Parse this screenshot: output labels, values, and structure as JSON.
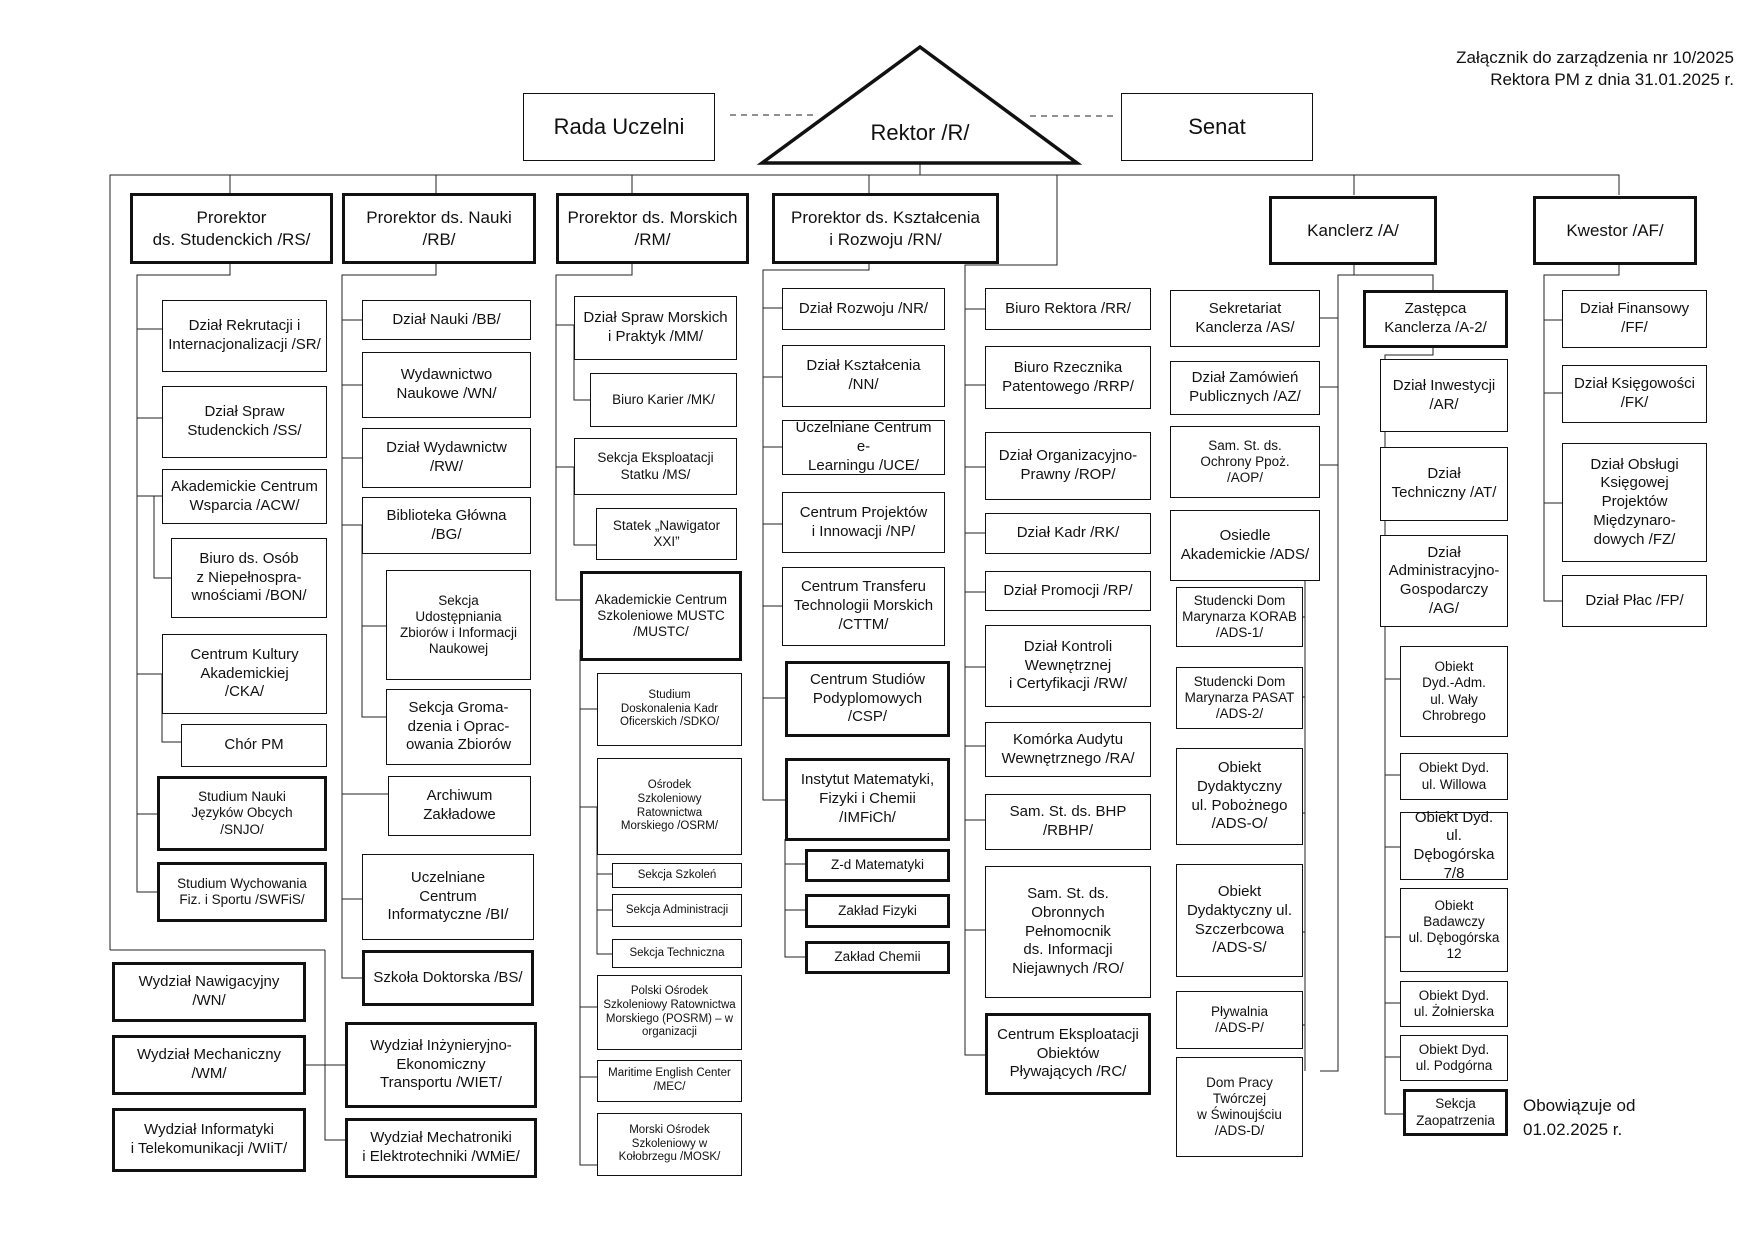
{
  "header_note": {
    "line1": "Załącznik do zarządzenia nr 10/2025",
    "line2": "Rektora PM z dnia 31.01.2025 r."
  },
  "footer_note": {
    "line1": "Obowiązuje od",
    "line2": "01.02.2025 r."
  },
  "top": {
    "rektor": "Rektor /R/",
    "rada": "Rada Uczelni",
    "senat": "Senat"
  },
  "heads": {
    "rs": "Prorektor\nds. Studenckich /RS/",
    "rb": "Prorektor ds. Nauki\n/RB/",
    "rm": "Prorektor ds. Morskich\n/RM/",
    "rn": "Prorektor ds. Kształcenia\ni Rozwoju /RN/",
    "kanclerz": "Kanclerz /A/",
    "kwestor": "Kwestor /AF/"
  },
  "rs_units": {
    "sr": "Dział Rekrutacji i\nInternacjonalizacji /SR/",
    "ss": "Dział Spraw\nStudenckich /SS/",
    "acw": "Akademickie Centrum\nWsparcia /ACW/",
    "bon": "Biuro ds. Osób\nz Niepełnospra-\nwnościami /BON/",
    "cka": "Centrum Kultury\nAkademickiej\n/CKA/",
    "chor": "Chór PM",
    "snjo": "Studium Nauki\nJęzyków Obcych\n/SNJO/",
    "swfis": "Studium Wychowania\nFiz. i Sportu /SWFiS/"
  },
  "rb_units": {
    "bb": "Dział Nauki /BB/",
    "wn": "Wydawnictwo\nNaukowe /WN/",
    "rw": "Dział Wydawnictw\n/RW/",
    "bg": "Biblioteka Główna\n/BG/",
    "sekcja_udost": "Sekcja\nUdostępniania\nZbiorów i Informacji\nNaukowej",
    "sekcja_grom": "Sekcja Groma-\ndzenia i Oprac-\nowania Zbiorów",
    "archiwum": "Archiwum\nZakładowe",
    "bi": "Uczelniane\nCentrum\nInformatyczne /BI/",
    "bs": "Szkoła Doktorska /BS/"
  },
  "rm_units": {
    "mm": "Dział Spraw Morskich\ni Praktyk /MM/",
    "mk": "Biuro Karier /MK/",
    "ms": "Sekcja Eksploatacji\nStatku /MS/",
    "nawigator": "Statek „Nawigator\nXXI”",
    "mustc": "Akademickie Centrum\nSzkoleniowe MUSTC\n/MUSTC/",
    "sdko": "Studium\nDoskonalenia Kadr\nOficerskich /SDKO/",
    "osrm": "Ośrodek\nSzkoleniowy\nRatownictwa\nMorskiego /OSRM/",
    "sekcja_szkolen": "Sekcja Szkoleń",
    "sekcja_admin": "Sekcja Administracji",
    "sekcja_tech": "Sekcja Techniczna",
    "posrm": "Polski Ośrodek\nSzkoleniowy Ratownictwa\nMorskiego (POSRM) – w\norganizacji",
    "mec": "Maritime English Center\n/MEC/",
    "mosk": "Morski Ośrodek\nSzkoleniowy w\nKołobrzegu /MOSK/"
  },
  "rn_units": {
    "nr": "Dział Rozwoju /NR/",
    "nn": "Dział Kształcenia\n/NN/",
    "uce": "Uczelniane Centrum e-\nLearningu /UCE/",
    "np": "Centrum Projektów\ni Innowacji /NP/",
    "cttm": "Centrum Transferu\nTechnologii Morskich\n/CTTM/",
    "csp": "Centrum Studiów\nPodyplomowych\n/CSP/",
    "imfich": "Instytut Matematyki,\nFizyki i Chemii\n/IMFiCh/",
    "zmat": "Z-d Matematyki",
    "zfiz": "Zakład Fizyki",
    "zchem": "Zakład Chemii"
  },
  "rektor_units": {
    "rr": "Biuro Rektora /RR/",
    "rrp": "Biuro Rzecznika\nPatentowego /RRP/",
    "rop": "Dział Organizacyjno-\nPrawny /ROP/",
    "rk": "Dział Kadr /RK/",
    "rp": "Dział Promocji /RP/",
    "rw": "Dział Kontroli\nWewnętrznej\ni Certyfikacji /RW/",
    "ra": "Komórka Audytu\nWewnętrznego /RA/",
    "rbhp": "Sam. St. ds. BHP\n/RBHP/",
    "ro": "Sam. St. ds.\nObronnych\nPełnomocnik\nds. Informacji\nNiejawnych /RO/",
    "rc": "Centrum Eksploatacji\nObiektów\nPływających /RC/"
  },
  "kanclerz_units": {
    "as": "Sekretariat\nKanclerza /AS/",
    "az": "Dział Zamówień\nPublicznych /AZ/",
    "aop": "Sam. St. ds.\nOchrony Ppoż.\n/AOP/",
    "ads": "Osiedle\nAkademickie /ADS/",
    "ads1": "Studencki Dom\nMarynarza KORAB\n/ADS-1/",
    "ads2": "Studencki Dom\nMarynarza PASAT\n/ADS-2/",
    "adso": "Obiekt\nDydaktyczny\nul. Pobożnego\n/ADS-O/",
    "adss": "Obiekt\nDydaktyczny ul.\nSzczerbcowa\n/ADS-S/",
    "adsp": "Pływalnia\n/ADS-P/",
    "adsd": "Dom Pracy\nTwórczej\nw Świnoujściu\n/ADS-D/",
    "a2": "Zastępca\nKanclerza /A-2/",
    "ar": "Dział Inwestycji\n/AR/",
    "at": "Dział\nTechniczny /AT/",
    "ag": "Dział\nAdministracyjno-\nGospodarczy\n/AG/",
    "obj1": "Obiekt\nDyd.-Adm.\nul. Wały\nChrobrego",
    "obj2": "Obiekt Dyd.\nul. Willowa",
    "obj3": "Obiekt Dyd. ul.\nDębogórska\n7/8",
    "obj4": "Obiekt\nBadawczy\nul. Dębogórska\n12",
    "obj5": "Obiekt Dyd.\nul. Żołnierska",
    "obj6": "Obiekt Dyd.\nul. Podgórna",
    "obj7": "Sekcja\nZaopatrzenia"
  },
  "kwestor_units": {
    "ff": "Dział Finansowy\n/FF/",
    "fk": "Dział Księgowości\n/FK/",
    "fz": "Dział Obsługi\nKsięgowej\nProjektów\nMiędzynaro-\ndowych /FZ/",
    "fp": "Dział Płac /FP/"
  },
  "faculties": {
    "wn": "Wydział Nawigacyjny\n/WN/",
    "wm": "Wydział Mechaniczny\n/WM/",
    "wiit": "Wydział Informatyki\ni Telekomunikacji /WIiT/",
    "wiet": "Wydział Inżynieryjno-\nEkonomiczny\nTransportu /WIET/",
    "wmie": "Wydział Mechatroniki\ni Elektrotechniki /WMiE/"
  }
}
